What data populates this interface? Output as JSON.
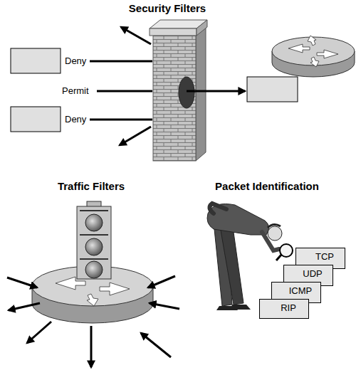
{
  "diagram": {
    "nodes": [
      {
        "text": [
          "TCP"
        ]
      },
      {
        "text": [
          "UDP"
        ]
      },
      {
        "text": [
          "ICMP"
        ]
      },
      {
        "text": [
          "RIP"
        ]
      }
    ],
    "labels": [
      "Security Filters",
      "Deny",
      "Permit",
      "Deny",
      "Traffic Filters",
      "Packet Identification"
    ]
  }
}
